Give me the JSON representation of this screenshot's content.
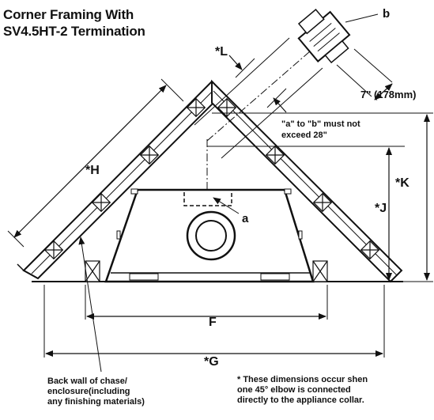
{
  "title": {
    "line1": "Corner Framing With",
    "line2": "SV4.5HT-2 Termination"
  },
  "labels": {
    "b": "b",
    "a": "a",
    "L": "*L",
    "H": "*H",
    "J": "*J",
    "K": "*K",
    "F": "F",
    "G": "*G",
    "pipe_offset": "7\" (178mm)",
    "ab_note_line1": "\"a\" to \"b\" must not",
    "ab_note_line2": "exceed 28\""
  },
  "back_wall_note": {
    "line1": "Back wall of chase/",
    "line2": "enclosure(including",
    "line3": "any finishing materials)"
  },
  "footnote": {
    "line1": "* These dimensions occur shen",
    "line2": "one 45° elbow is connected",
    "line3": "directly to the appliance collar."
  }
}
